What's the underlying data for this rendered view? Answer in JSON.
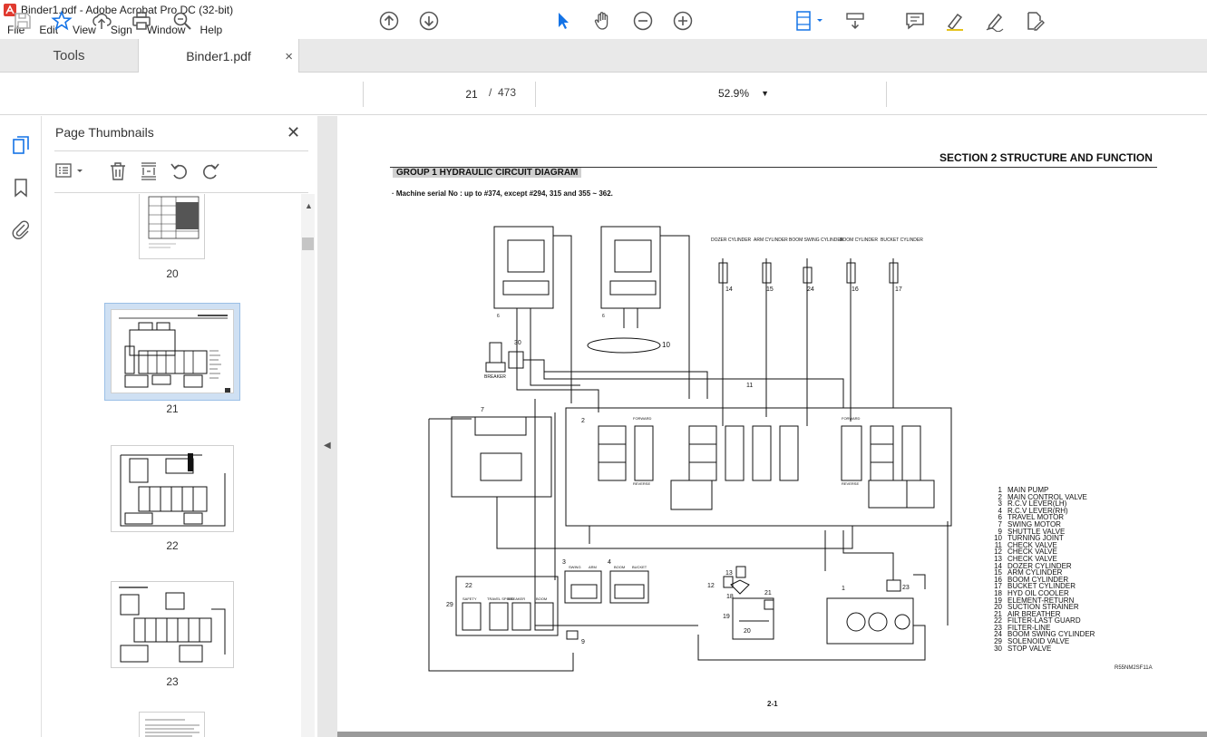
{
  "window": {
    "title": "Binder1.pdf - Adobe Acrobat Pro DC (32-bit)"
  },
  "menu": [
    "File",
    "Edit",
    "View",
    "Sign",
    "Window",
    "Help"
  ],
  "tabs": {
    "tools": "Tools",
    "document": "Binder1.pdf",
    "close": "×"
  },
  "toolbar": {
    "current_page": "21",
    "page_sep": "/",
    "total_pages": "473",
    "zoom": "52.9%",
    "icons": [
      "save-icon",
      "star-icon",
      "upload-icon",
      "print-icon",
      "zoom-search-icon",
      "page-up-icon",
      "page-down-icon",
      "select-arrow-icon",
      "hand-icon",
      "zoom-out-icon",
      "zoom-in-icon",
      "fit-page-icon",
      "scroll-mode-icon",
      "comment-icon",
      "highlight-icon",
      "sign-icon",
      "edit-pdf-icon"
    ]
  },
  "panel": {
    "title": "Page Thumbnails",
    "close": "✕",
    "thumbnails": [
      {
        "label": "20"
      },
      {
        "label": "21",
        "selected": true
      },
      {
        "label": "22"
      },
      {
        "label": "23"
      }
    ]
  },
  "page": {
    "section_title": "SECTION 2  STRUCTURE AND FUNCTION",
    "group_title": "GROUP 1  HYDRAULIC CIRCUIT DIAGRAM",
    "serial_note": "·  Machine serial No : up to #374, except #294, 315 and 355 ~ 362.",
    "cylinder_labels": [
      "DOZER CYLINDER",
      "ARM CYLINDER",
      "BOOM SWING CYLINDER",
      "BOOM CYLINDER",
      "BUCKET CYLINDER"
    ],
    "cylinder_numbers": [
      "14",
      "15",
      "24",
      "16",
      "17"
    ],
    "breaker_label": "BREAKER",
    "valve_labels": [
      "FORWARD",
      "REVERSE",
      "FORWARD",
      "REVERSE"
    ],
    "bottom_labels": [
      "SAFETY",
      "TRAVEL SPEED",
      "BREAKER",
      "BOOM",
      "SWING",
      "ARM",
      "BOOM",
      "BUCKET"
    ],
    "legend": [
      {
        "n": "1",
        "t": "MAIN PUMP"
      },
      {
        "n": "2",
        "t": "MAIN CONTROL VALVE"
      },
      {
        "n": "3",
        "t": "R.C.V LEVER(LH)"
      },
      {
        "n": "4",
        "t": "R.C.V LEVER(RH)"
      },
      {
        "n": "6",
        "t": "TRAVEL MOTOR"
      },
      {
        "n": "7",
        "t": "SWING MOTOR"
      },
      {
        "n": "9",
        "t": "SHUTTLE VALVE"
      },
      {
        "n": "10",
        "t": "TURNING JOINT"
      },
      {
        "n": "11",
        "t": "CHECK VALVE"
      },
      {
        "n": "12",
        "t": "CHECK VALVE"
      },
      {
        "n": "13",
        "t": "CHECK VALVE"
      },
      {
        "n": "14",
        "t": "DOZER CYLINDER"
      },
      {
        "n": "15",
        "t": "ARM CYLINDER"
      },
      {
        "n": "16",
        "t": "BOOM CYLINDER"
      },
      {
        "n": "17",
        "t": "BUCKET CYLINDER"
      },
      {
        "n": "18",
        "t": "HYD OIL COOLER"
      },
      {
        "n": "19",
        "t": "ELEMENT-RETURN"
      },
      {
        "n": "20",
        "t": "SUCTION STRAINER"
      },
      {
        "n": "21",
        "t": "AIR BREATHER"
      },
      {
        "n": "22",
        "t": "FILTER-LAST GUARD"
      },
      {
        "n": "23",
        "t": "FILTER-LINE"
      },
      {
        "n": "24",
        "t": "BOOM SWING CYLINDER"
      },
      {
        "n": "29",
        "t": "SOLENOID VALVE"
      },
      {
        "n": "30",
        "t": "STOP VALVE"
      }
    ],
    "drawing_code": "R55NM2SF11A",
    "page_number": "2-1"
  }
}
